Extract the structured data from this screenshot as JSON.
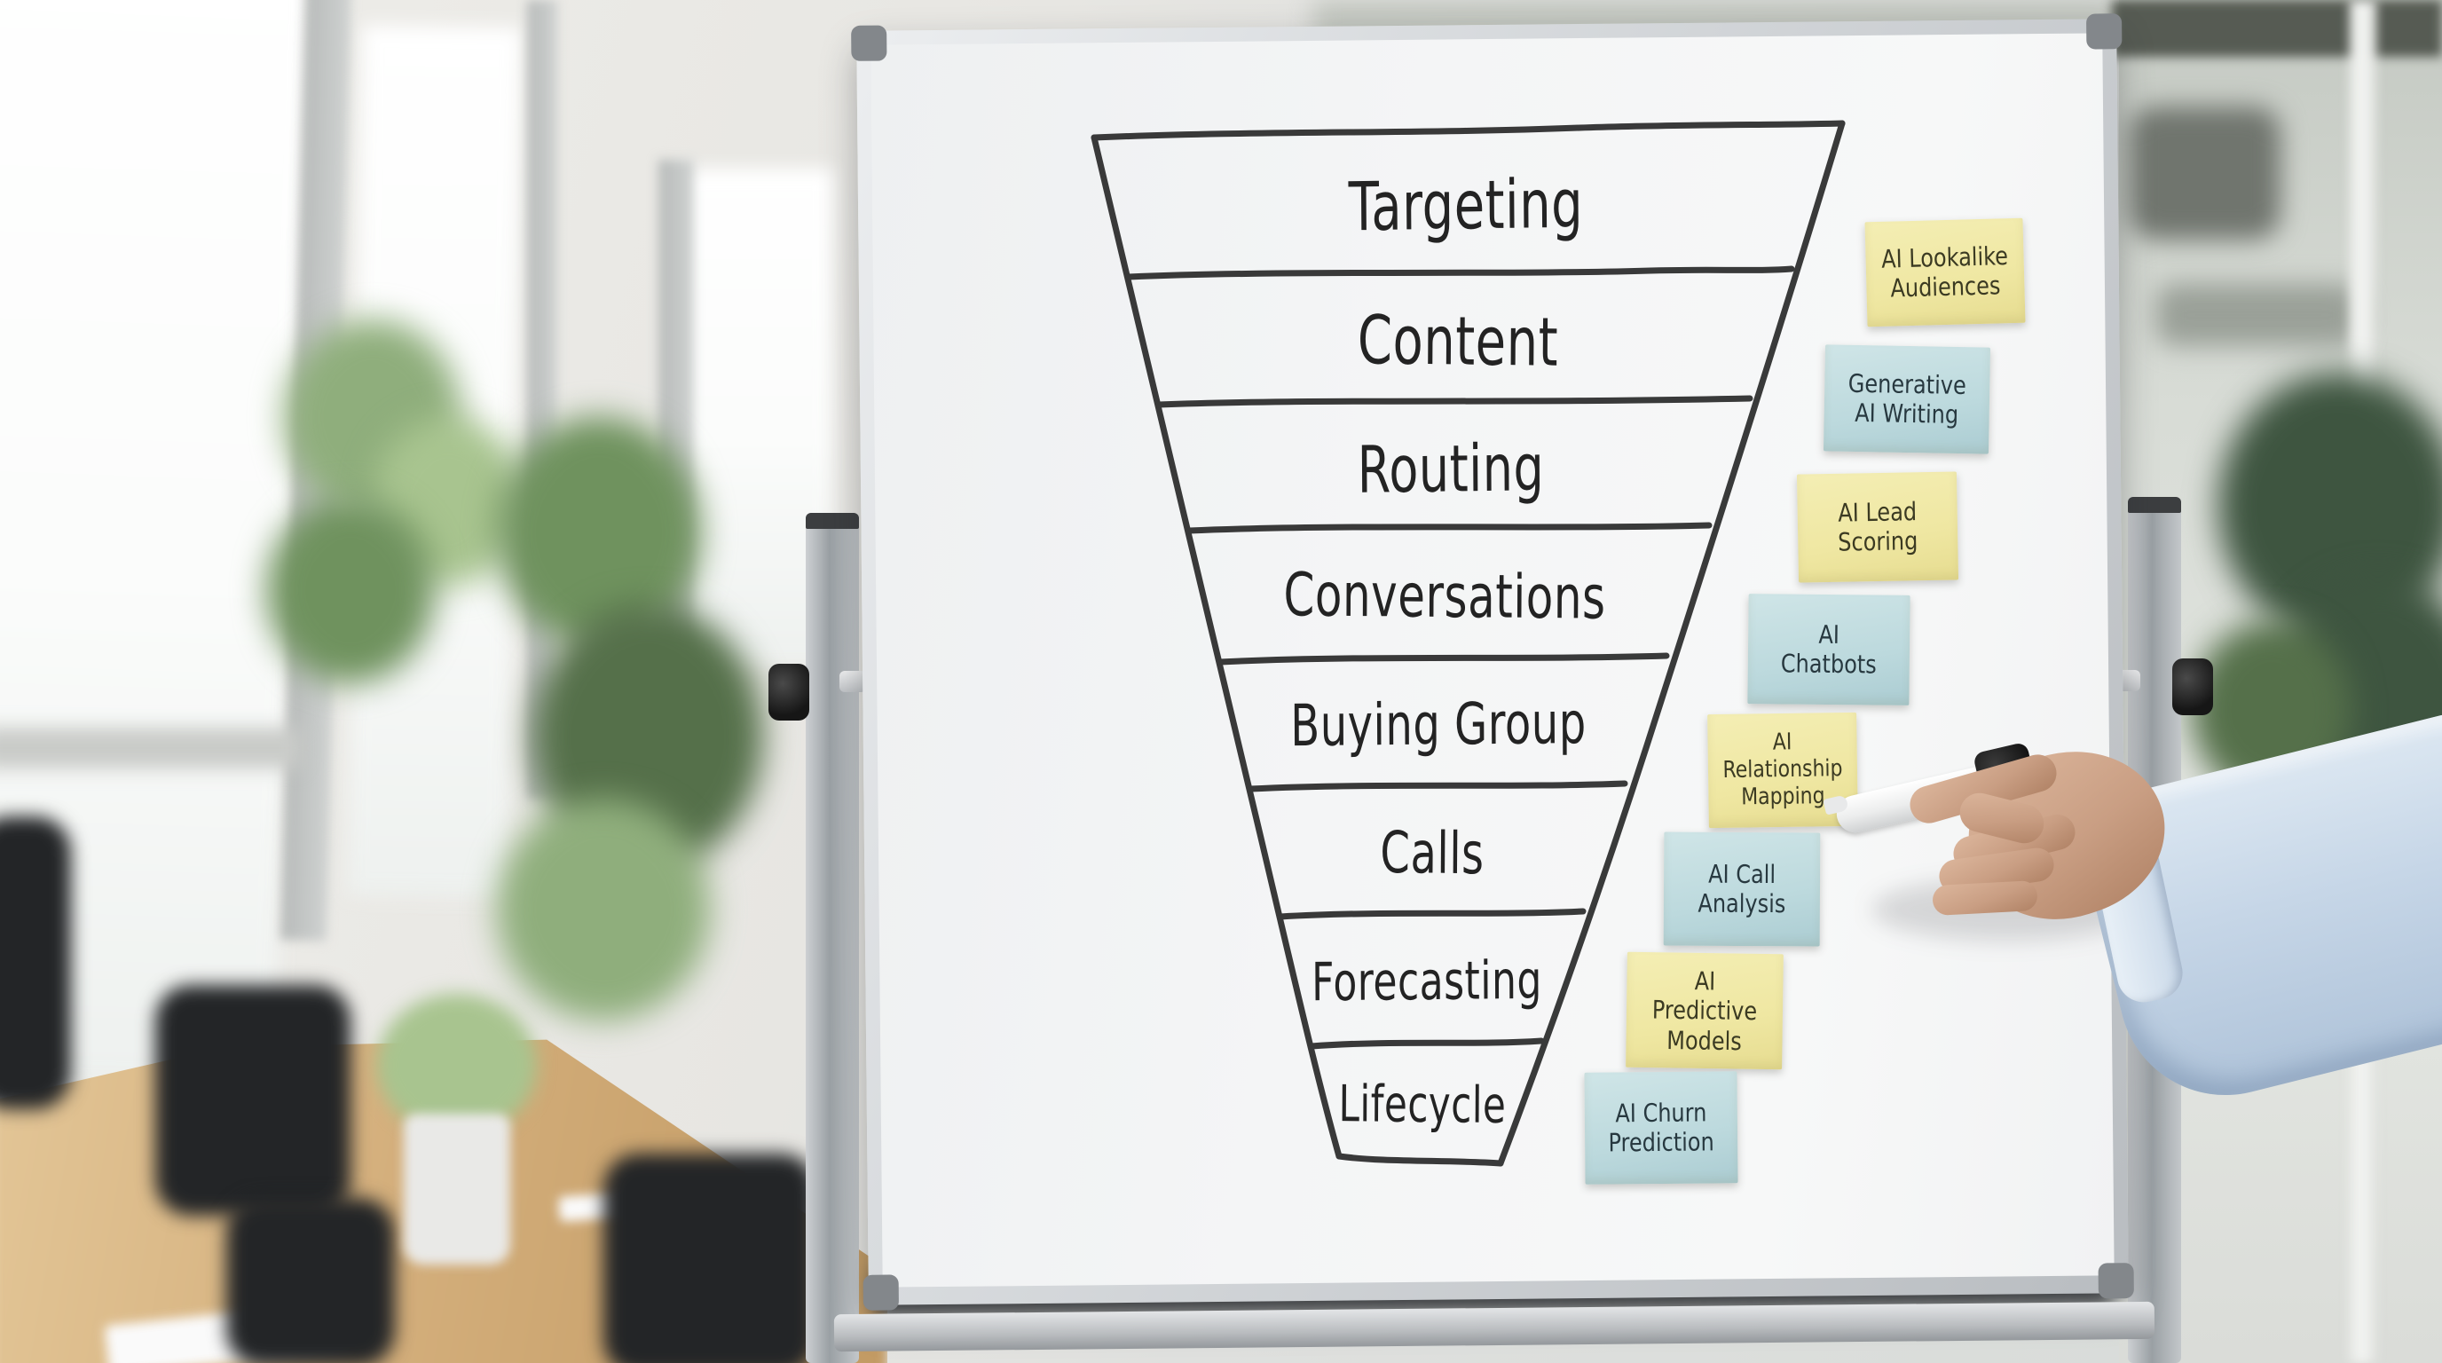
{
  "scene_type": "whiteboard-funnel-photo",
  "funnel": {
    "stages": [
      "Targeting",
      "Content",
      "Routing",
      "Conversations",
      "Buying Group",
      "Calls",
      "Forecasting",
      "Lifecycle"
    ]
  },
  "sticky_notes": [
    {
      "label": "AI Lookalike Audiences",
      "color": "yellow"
    },
    {
      "label": "Generative AI Writing",
      "color": "blue"
    },
    {
      "label": "AI Lead Scoring",
      "color": "yellow"
    },
    {
      "label": "AI Chatbots",
      "color": "blue"
    },
    {
      "label": "AI Relationship Mapping",
      "color": "yellow"
    },
    {
      "label": "AI Call Analysis",
      "color": "blue"
    },
    {
      "label": "AI Predictive Models",
      "color": "yellow"
    },
    {
      "label": "AI Churn Prediction",
      "color": "blue"
    }
  ],
  "colors": {
    "sticky_yellow": "#efe7a2",
    "sticky_blue": "#bcd9dd",
    "marker_ink": "#2a2a2a",
    "board_surface": "#f4f5f6",
    "board_frame": "#c2c6ca",
    "sleeve_blue": "#c6d6e7",
    "table_wood": "#d4af7c"
  }
}
